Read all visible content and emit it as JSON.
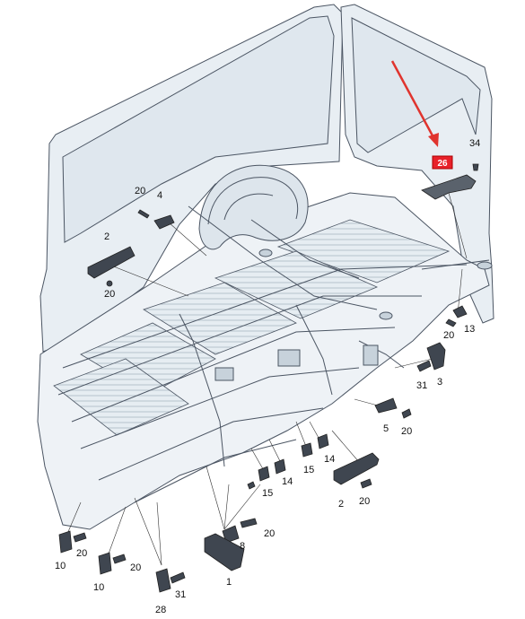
{
  "diagram": {
    "highlight": {
      "label": "26",
      "color": "#e8212a"
    },
    "arrow_color": "#e0342e",
    "body_fill": "#e8eef3",
    "body_stroke": "#4b5563",
    "part_fill": "#3f4650",
    "callouts": {
      "c34": "34",
      "c26": "26",
      "c20a": "20",
      "c4": "4",
      "c2a": "2",
      "c20b": "20",
      "c13": "13",
      "c20c": "20",
      "c31a": "31",
      "c3": "3",
      "c5": "5",
      "c20d": "20",
      "c14a": "14",
      "c15a": "15",
      "c14b": "14",
      "c15b": "15",
      "c2b": "2",
      "c20e": "20",
      "c20f": "20",
      "c8": "8",
      "c1": "1",
      "c10a": "10",
      "c20g": "20",
      "c10b": "10",
      "c20h": "20",
      "c28": "28",
      "c31b": "31"
    }
  }
}
